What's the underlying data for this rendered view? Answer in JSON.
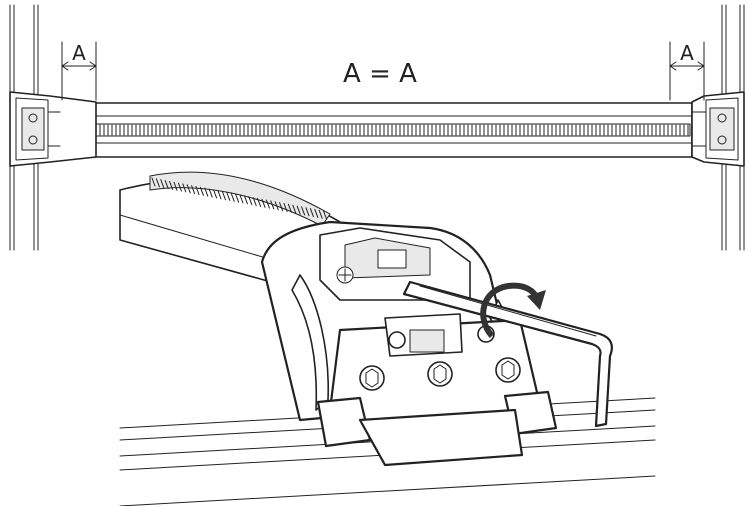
{
  "labels": {
    "equation": "A = A",
    "dim_left": "A",
    "dim_right": "A"
  },
  "colors": {
    "line": "#222222",
    "background": "#ffffff",
    "arrow": "#333333"
  },
  "icons": {
    "rotation": "clockwise-rotation-arrow-icon"
  }
}
